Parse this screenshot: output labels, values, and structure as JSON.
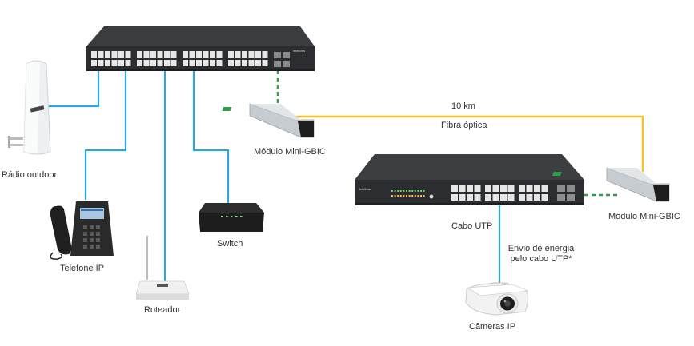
{
  "labels": {
    "radio": "Rádio outdoor",
    "phone": "Telefone IP",
    "router": "Roteador",
    "switch_small": "Switch",
    "gbic_left": "Módulo Mini-GBIC",
    "gbic_right": "Módulo Mini-GBIC",
    "distance": "10 km",
    "fiber": "Fibra óptica",
    "cable": "Cabo UTP",
    "power_line1": "Envio de energia",
    "power_line2": "pelo cabo UTP*",
    "camera": "Câmeras IP"
  },
  "logos": {
    "brand": "intelbras"
  },
  "colors": {
    "utp_cable": "#2aa8dc",
    "fiber": "#f2c12e",
    "short_link": "#2e9e4a",
    "device_dark": "#2b2d30",
    "text": "#333333"
  },
  "icons": [
    "radio-outdoor-icon",
    "ip-phone-icon",
    "router-icon",
    "switch-icon",
    "mini-gbic-icon",
    "camera-icon"
  ]
}
